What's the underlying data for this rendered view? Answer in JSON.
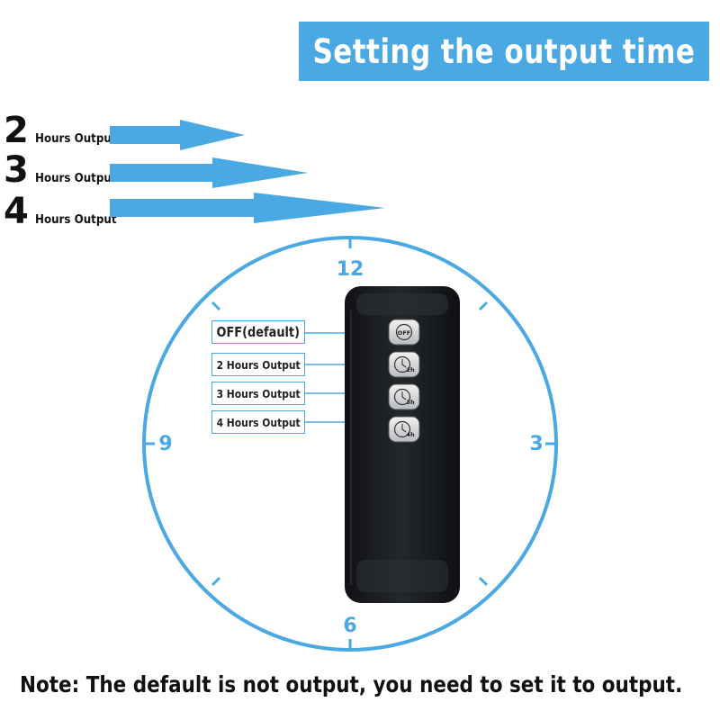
{
  "header": {
    "title": "Setting the output time"
  },
  "arrows": [
    {
      "number": "2",
      "label": "Hours Output"
    },
    {
      "number": "3",
      "label": "Hours Output"
    },
    {
      "number": "4",
      "label": "Hours Output"
    }
  ],
  "clock": {
    "n12": "12",
    "n3": "3",
    "n6": "6",
    "n9": "9"
  },
  "remote": {
    "buttons": [
      {
        "label": "OFF(default)",
        "icon_text": "OFF"
      },
      {
        "label": "2 Hours Output",
        "icon_text": "2h"
      },
      {
        "label": "3 Hours Output",
        "icon_text": "3h"
      },
      {
        "label": "4 Hours Output",
        "icon_text": "4h"
      }
    ]
  },
  "footer": {
    "note": "Note: The default is not output, you need to set it to output."
  },
  "colors": {
    "accent": "#4aa8e3",
    "remote_body": "#1c1e22",
    "text": "#111111"
  }
}
